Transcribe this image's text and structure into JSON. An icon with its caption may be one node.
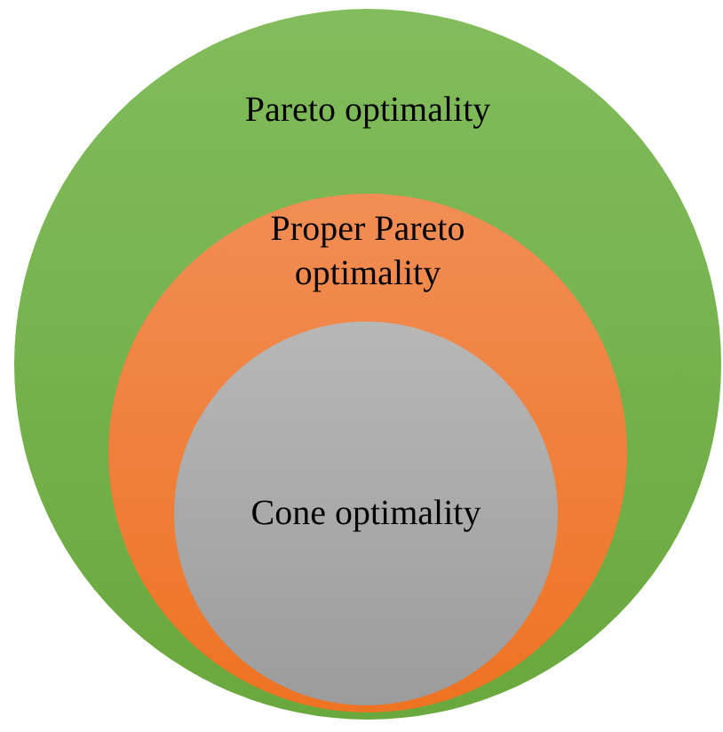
{
  "diagram": {
    "nodes": [
      {
        "text": [
          "Pareto optimality"
        ]
      },
      {
        "text": [
          "Proper Pareto optimality"
        ],
        "in": 0
      },
      {
        "text": [
          "Cone optimality"
        ],
        "in": 1
      }
    ]
  }
}
